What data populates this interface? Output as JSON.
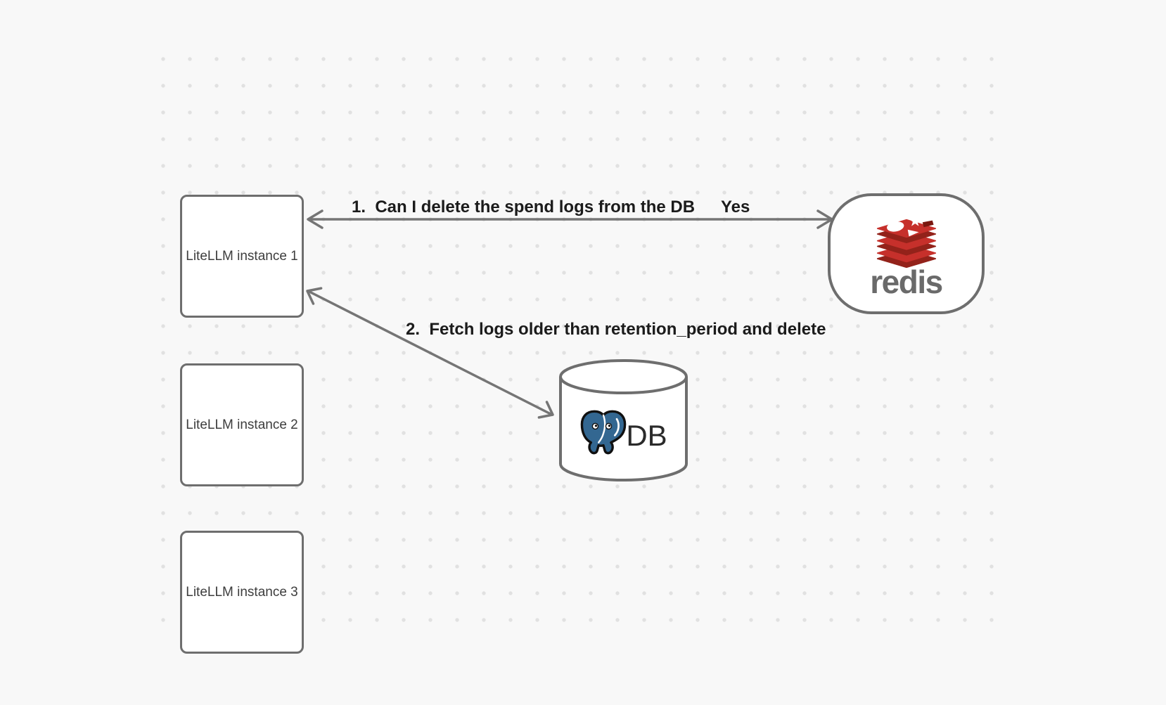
{
  "canvas": {
    "background_color": "#f8f8f8",
    "dot_grid_color": "#e1e1e1"
  },
  "nodes": {
    "instance1": {
      "label": "LiteLLM instance 1"
    },
    "instance2": {
      "label": "LiteLLM instance 2"
    },
    "instance3": {
      "label": "LiteLLM instance 3"
    },
    "redis": {
      "label": "redis"
    },
    "db": {
      "label": "DB"
    }
  },
  "arrows": {
    "arrow1": {
      "label": "1.  Can I delete the spend logs from the DB",
      "response": "Yes"
    },
    "arrow2": {
      "label": "2.  Fetch logs older than retention_period and delete"
    }
  },
  "colors": {
    "shape_stroke_gray": "#6e6e6e",
    "arrow_gray": "#757575",
    "label_text": "#1b1b1b",
    "node_text": "#3d3d3d",
    "redis_red": "#c6302b",
    "redis_dark_red": "#93221a",
    "redis_notch_red": "#7a170e",
    "redis_wordmark_gray": "#6a6a6a",
    "postgres_blue": "#336791",
    "db_text": "#2a2a2a"
  }
}
